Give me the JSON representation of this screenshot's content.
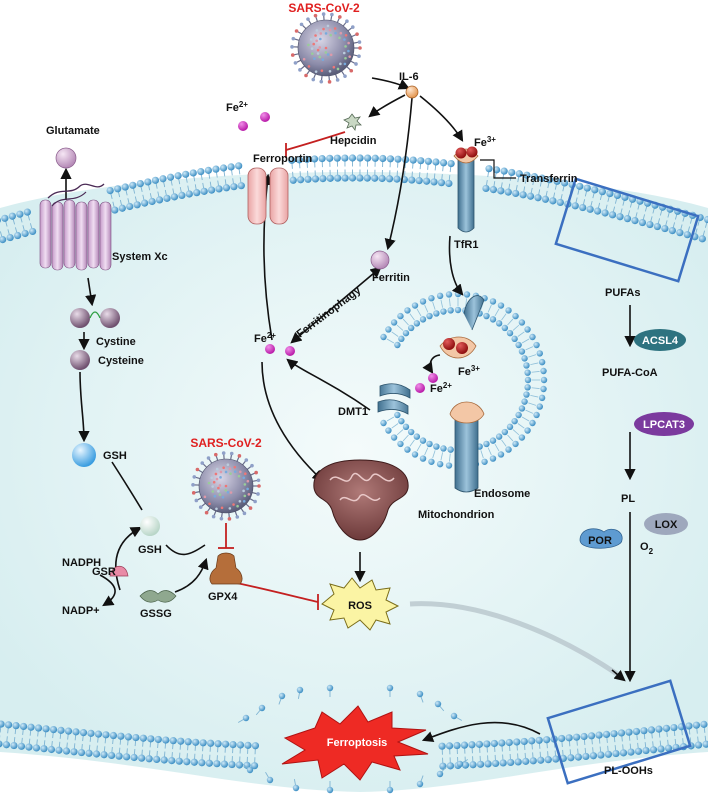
{
  "labels": {
    "sars_top": "SARS-CoV-2",
    "sars_mid": "SARS-CoV-2",
    "il6": "IL-6",
    "hepcidin": "Hepcidin",
    "ferroportin": "Ferroportin",
    "fe2_top_base": "Fe",
    "fe2_top_sup": "2+",
    "fe3_top_base": "Fe",
    "fe3_top_sup": "3+",
    "transferrin": "Transferrin",
    "tfr1": "TfR1",
    "glutamate": "Glutamate",
    "system_xc": "System Xc",
    "cystine": "Cystine",
    "cysteine": "Cysteine",
    "gsh_1": "GSH",
    "gsh_2": "GSH",
    "gssg": "GSSG",
    "gsr": "GSR",
    "nadph": "NADPH",
    "nadp": "NADP+",
    "gpx4": "GPX4",
    "ferritin": "Ferritin",
    "ferritinophagy": "Ferritinophagy",
    "fe2_mid_base": "Fe",
    "fe2_mid_sup": "2+",
    "dmt1": "DMT1",
    "fe3_endo_base": "Fe",
    "fe3_endo_sup": "3+",
    "fe2_endo_base": "Fe",
    "fe2_endo_sup": "2+",
    "endosome": "Endosome",
    "mitochondrion": "Mitochondrion",
    "ros": "ROS",
    "pufas": "PUFAs",
    "acsl4": "ACSL4",
    "pufa_coa": "PUFA-CoA",
    "lpcat3": "LPCAT3",
    "pl": "PL",
    "lox": "LOX",
    "por": "POR",
    "o2_base": "O",
    "o2_sub": "2",
    "pl_oohs": "PL-OOHs",
    "ferroptosis": "Ferroptosis"
  },
  "colors": {
    "membrane_head": "#5aa9d6",
    "cytoplasm": "#e4f4f5",
    "inhibit": "#c42020",
    "iron": "#cc1fbf",
    "box": "#3b6fc0"
  }
}
